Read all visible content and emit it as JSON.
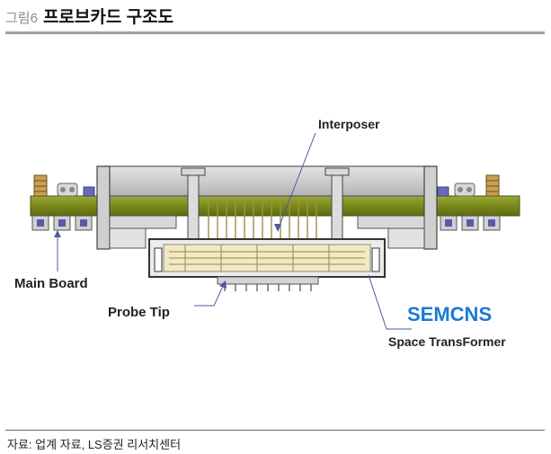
{
  "header": {
    "figure_label": "그림6",
    "title": "프로브카드 구조도"
  },
  "diagram": {
    "labels": {
      "interposer": "Interposer",
      "main_board": "Main Board",
      "probe_tip": "Probe Tip",
      "space_transformer": "Space TransFormer"
    },
    "logo_text": "SEMCNS"
  },
  "footer": {
    "source": "자료: 업계 자료, LS증권 리서치센터"
  },
  "colors": {
    "board": "#7a8a1a",
    "housing": "#d0d0d0",
    "interposer": "#f3e9bf",
    "logo": "#1a7ad6"
  }
}
